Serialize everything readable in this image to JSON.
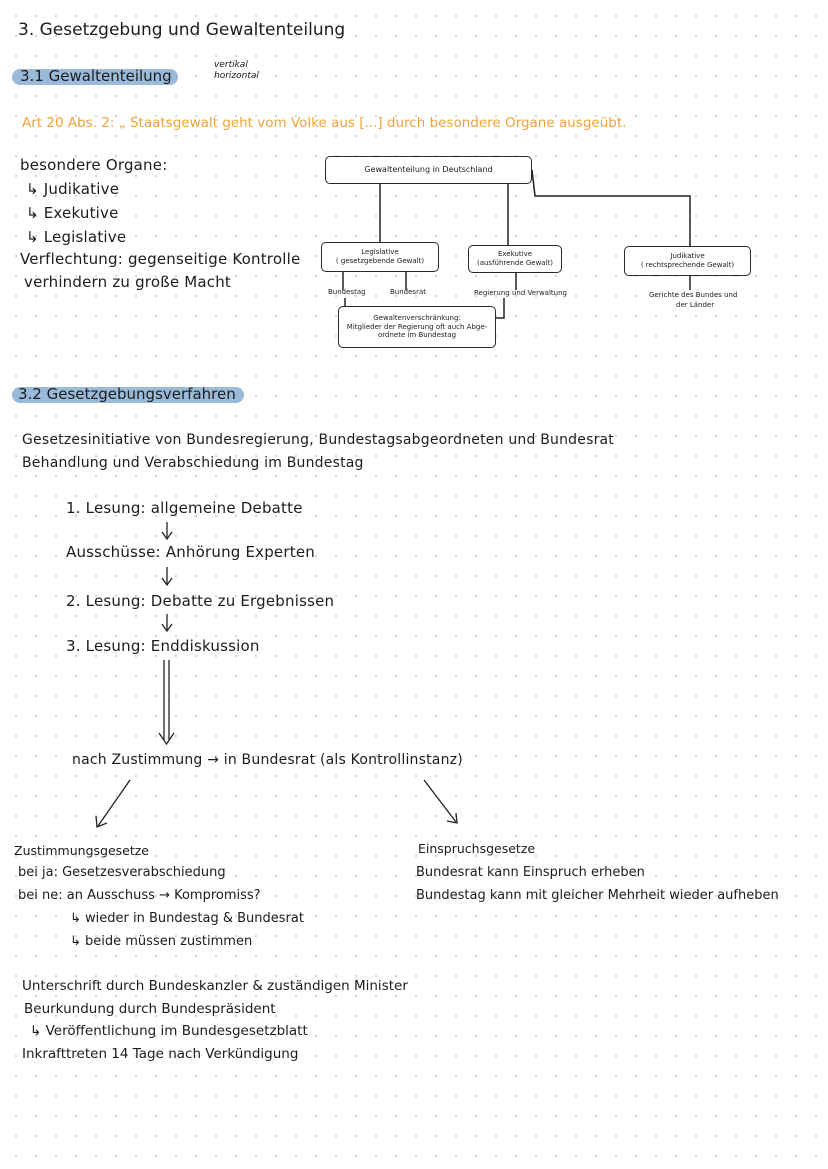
{
  "page": {
    "title": "3. Gesetzgebung und Gewaltenteilung",
    "section1": {
      "heading": "3.1 Gewaltenteilung",
      "note_line1": "vertikal",
      "note_line2": "horizontal",
      "quote": "Art 20 Abs. 2: „ Staatsgewalt geht vom Volke aus [...] durch besondere Organe ausgeübt.",
      "bullets": [
        "besondere Organe:",
        "↳ Judikative",
        "↳ Exekutive",
        "↳ Legislative",
        "Verflechtung: gegenseitige Kontrolle",
        "verhindern zu große Macht"
      ],
      "diagram": {
        "root": "Gewaltenteilung in Deutschland",
        "legislative": "Legislative",
        "legislative_sub": "( gesetzgebende Gewalt)",
        "exekutive": "Exekutive",
        "exekutive_sub": "(ausführende Gewalt)",
        "judikative": "Judikative",
        "judikative_sub": "( rechtsprechende Gewalt)",
        "bundestag": "Bundestag",
        "bundesrat": "Bundesrat",
        "regierung": "Regierung und Verwaltung",
        "gerichte_line1": "Gerichte des Bundes und",
        "gerichte_line2": "der Länder",
        "verschraenkung_title": "Gewaltenverschränkung:",
        "verschraenkung_line1": "Mitglieder der Regierung oft auch Abge-",
        "verschraenkung_line2": "ordnete im Bundestag"
      }
    },
    "section2": {
      "heading": "3.2 Gesetzgebungsverfahren",
      "intro": [
        "Gesetzesinitiative von Bundesregierung, Bundestagsabgeordneten und Bundesrat",
        "Behandlung und Verabschiedung im Bundestag"
      ],
      "steps": [
        "1. Lesung: allgemeine Debatte",
        "Ausschüsse: Anhörung Experten",
        "2. Lesung: Debatte zu Ergebnissen",
        "3. Lesung: Enddiskussion"
      ],
      "bundesrat_line": "nach Zustimmung → in Bundesrat (als Kontrollinstanz)",
      "zustimmung": {
        "title": "Zustimmungsgesetze",
        "lines": [
          "bei ja: Gesetzesverabschiedung",
          "bei ne: an Ausschuss → Kompromiss?",
          "↳ wieder in Bundestag & Bundesrat",
          "↳ beide müssen zustimmen"
        ]
      },
      "einspruch": {
        "title": "Einspruchsgesetze",
        "lines": [
          "Bundesrat kann Einspruch erheben",
          "Bundestag kann mit gleicher Mehrheit wieder aufheben"
        ]
      },
      "final": [
        "Unterschrift durch Bundeskanzler & zuständigen Minister",
        "Beurkundung durch Bundespräsident",
        "↳ Veröffentlichung im Bundesgesetzblatt",
        "Inkrafttreten 14 Tage nach Verkündigung"
      ]
    },
    "colors": {
      "heading_highlight": "#8fb3d6",
      "quote_orange": "#f0a23a"
    }
  }
}
